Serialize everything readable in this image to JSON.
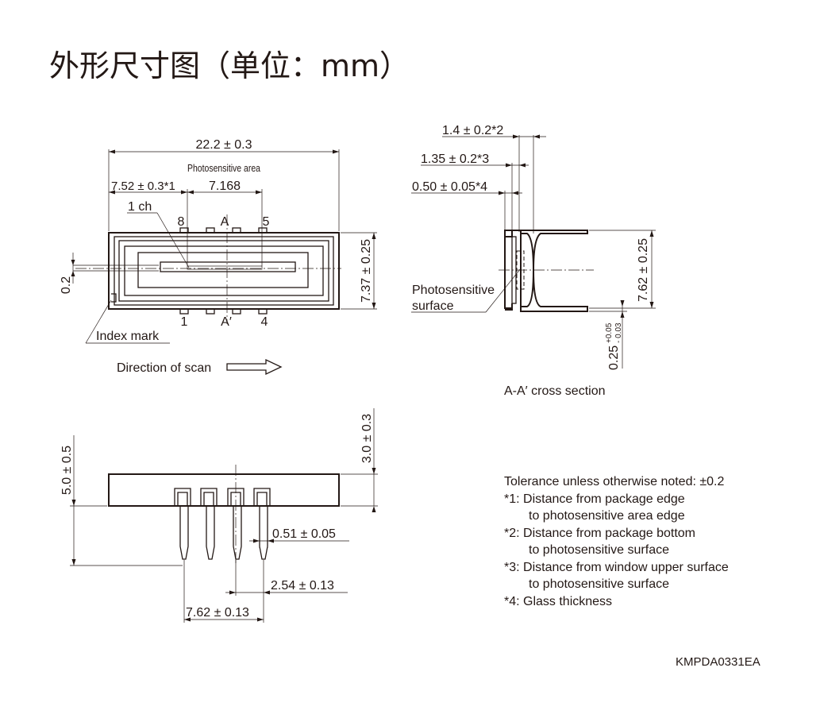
{
  "title": "外形尺寸图（单位：mm）",
  "top_view": {
    "width_dim": "22.2 ± 0.3",
    "photosensitive_area_label": "Photosensitive area",
    "edge_dim": "7.52 ± 0.3*1",
    "area_width_dim": "7.168",
    "ch1_label": "1 ch",
    "pin_8": "8",
    "pin_a": "A",
    "pin_5": "5",
    "pin_1": "1",
    "pin_a_prime": "A′",
    "pin_4": "4",
    "offset_dim": "0.2",
    "height_dim": "7.37 ± 0.25",
    "index_mark_label": "Index mark",
    "scan_direction_label": "Direction of scan"
  },
  "cross_section": {
    "dim_14": "1.4 ± 0.2*2",
    "dim_135": "1.35 ± 0.2*3",
    "dim_050": "0.50 ± 0.05*4",
    "photosensitive_surface_line1": "Photosensitive",
    "photosensitive_surface_line2": "surface",
    "height_dim": "7.62 ± 0.25",
    "lead_thickness": "0.25+0.05 -0.03",
    "caption": "A-A′ cross section"
  },
  "side_view": {
    "body_height_dim": "5.0 ± 0.5",
    "lead_length_dim": "3.0 ± 0.3",
    "lead_width_dim": "0.51 ± 0.05",
    "pitch_dim": "2.54 ± 0.13",
    "span_dim": "7.62 ± 0.13"
  },
  "notes": [
    "Tolerance unless otherwise noted: ±0.2",
    "*1: Distance from package edge",
    "to photosensitive area edge",
    "*2: Distance from package bottom",
    "to photosensitive surface",
    "*3: Distance from window upper surface",
    "to photosensitive surface",
    "*4: Glass thickness"
  ],
  "drawing_code": "KMPDA0331EA"
}
